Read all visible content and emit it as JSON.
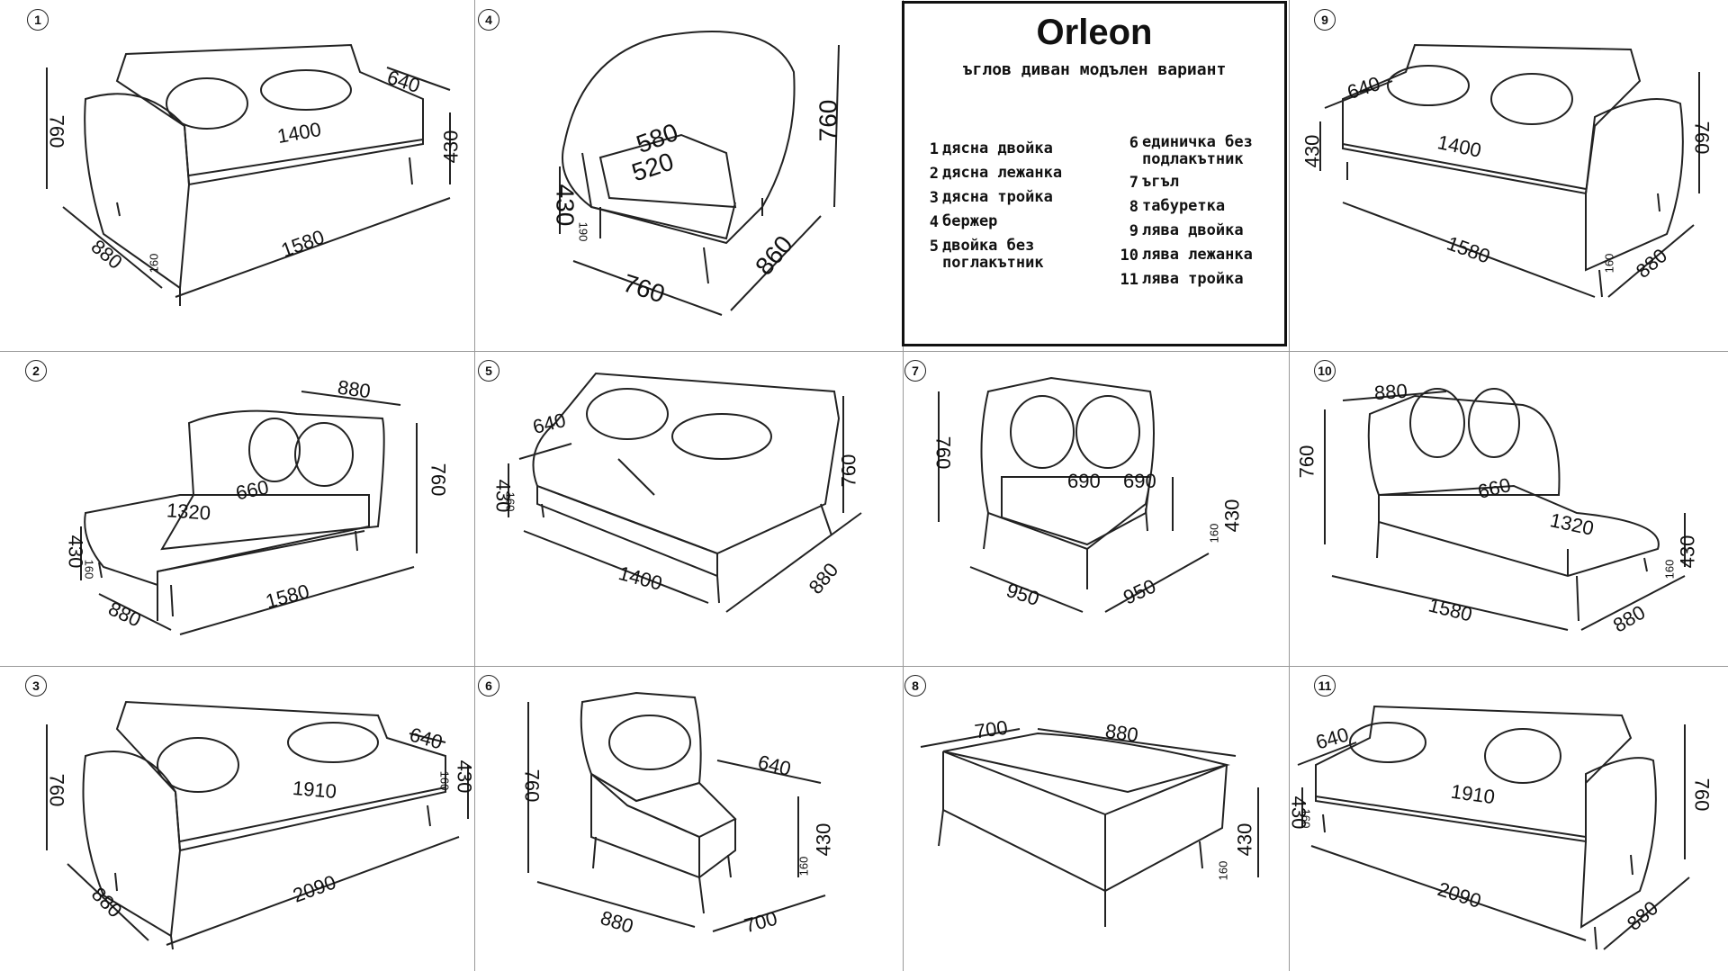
{
  "legend": {
    "title": "Orleon",
    "subtitle": "ъглов диван модълен вариант",
    "items_left": [
      {
        "n": "1",
        "label": "дясна двойка"
      },
      {
        "n": "2",
        "label": "дясна лежанка"
      },
      {
        "n": "3",
        "label": "дясна тройка"
      },
      {
        "n": "4",
        "label": "бержер"
      },
      {
        "n": "5",
        "label": "двойка без поглакътник"
      }
    ],
    "items_right": [
      {
        "n": "6",
        "label": "единичка без подлакътник"
      },
      {
        "n": "7",
        "label": "ъгъл"
      },
      {
        "n": "8",
        "label": "табуретка"
      },
      {
        "n": "9",
        "label": "лява двойка"
      },
      {
        "n": "10",
        "label": "лява лежанка"
      },
      {
        "n": "11",
        "label": "лява тройка"
      }
    ]
  },
  "cells": [
    {
      "id": "1",
      "dims": [
        "760",
        "640",
        "1400",
        "430",
        "880",
        "1580",
        "160"
      ]
    },
    {
      "id": "4",
      "dims": [
        "580",
        "520",
        "760",
        "430",
        "190",
        "760",
        "860"
      ]
    },
    {
      "id": "9",
      "dims": [
        "640",
        "430",
        "1400",
        "760",
        "1580",
        "160",
        "880"
      ]
    },
    {
      "id": "2",
      "dims": [
        "880",
        "660",
        "1320",
        "760",
        "430",
        "160",
        "880",
        "1580"
      ]
    },
    {
      "id": "5",
      "dims": [
        "640",
        "430",
        "160",
        "760",
        "1400",
        "880"
      ]
    },
    {
      "id": "7",
      "dims": [
        "760",
        "690",
        "690",
        "430",
        "160",
        "950",
        "950"
      ]
    },
    {
      "id": "10",
      "dims": [
        "880",
        "760",
        "660",
        "1320",
        "430",
        "160",
        "1580",
        "880"
      ]
    },
    {
      "id": "3",
      "dims": [
        "760",
        "640",
        "1910",
        "430",
        "160",
        "880",
        "2090"
      ]
    },
    {
      "id": "6",
      "dims": [
        "760",
        "640",
        "430",
        "160",
        "880",
        "700"
      ]
    },
    {
      "id": "8",
      "dims": [
        "700",
        "880",
        "430",
        "160"
      ]
    },
    {
      "id": "11",
      "dims": [
        "640",
        "430",
        "160",
        "1910",
        "760",
        "2090",
        "880"
      ]
    }
  ]
}
